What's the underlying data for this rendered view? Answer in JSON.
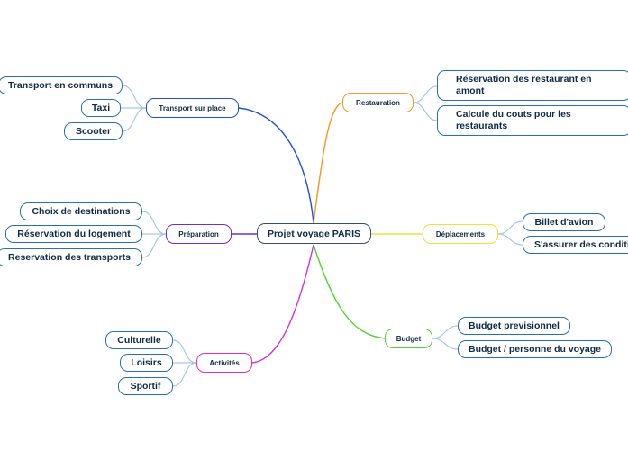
{
  "center": {
    "label": "Projet voyage PARIS"
  },
  "branches": {
    "transport": {
      "label": "Transport sur place",
      "color": "#1f4fd6",
      "children": [
        "Transport en communs",
        "Taxi",
        "Scooter"
      ]
    },
    "preparation": {
      "label": "Préparation",
      "color": "#6a2fd6",
      "children": [
        "Choix de destinations",
        "Réservation du logement",
        "Reservation des transports"
      ]
    },
    "activites": {
      "label": "Activités",
      "color": "#d62fd6",
      "children": [
        "Culturelle",
        "Loisirs",
        "Sportif"
      ]
    },
    "restauration": {
      "label": "Restauration",
      "color": "#f59a1d",
      "children": [
        "Réservation des restaurant en amont",
        "Calcule du couts pour les restaurants"
      ]
    },
    "deplacements": {
      "label": "Déplacements",
      "color": "#e6e63a",
      "children": [
        "Billet d'avion",
        "S'assurer des conditions"
      ]
    },
    "budget": {
      "label": "Budget",
      "color": "#4fd62f",
      "children": [
        "Budget previsionnel",
        "Budget / personne du voyage"
      ]
    }
  },
  "colors": {
    "leaf_border": "#2b6fb0",
    "leaf_connector": "#a9c6e6",
    "center_border": "#3a4f6b",
    "text": "#0f2a44"
  }
}
